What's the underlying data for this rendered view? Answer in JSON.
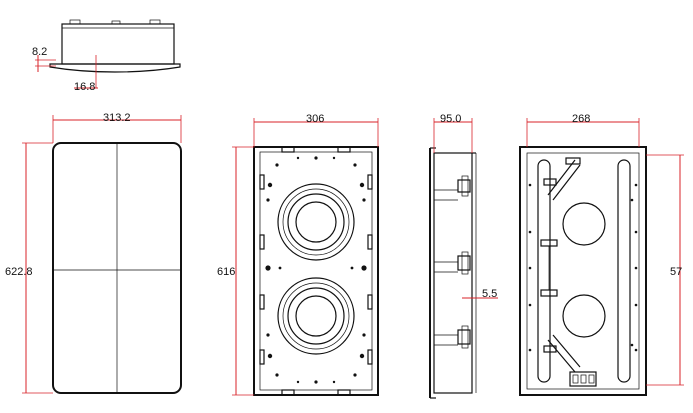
{
  "dimensions": {
    "flange_thickness": "8.2",
    "flange_depth": "16.8",
    "grille_width": "313.2",
    "grille_height": "622.8",
    "front_width": "306",
    "front_height": "616",
    "side_depth": "95.0",
    "side_offset": "5.5",
    "back_width": "268",
    "back_height": "57"
  },
  "colors": {
    "line": "#111111",
    "dimension": "#d8232a"
  }
}
